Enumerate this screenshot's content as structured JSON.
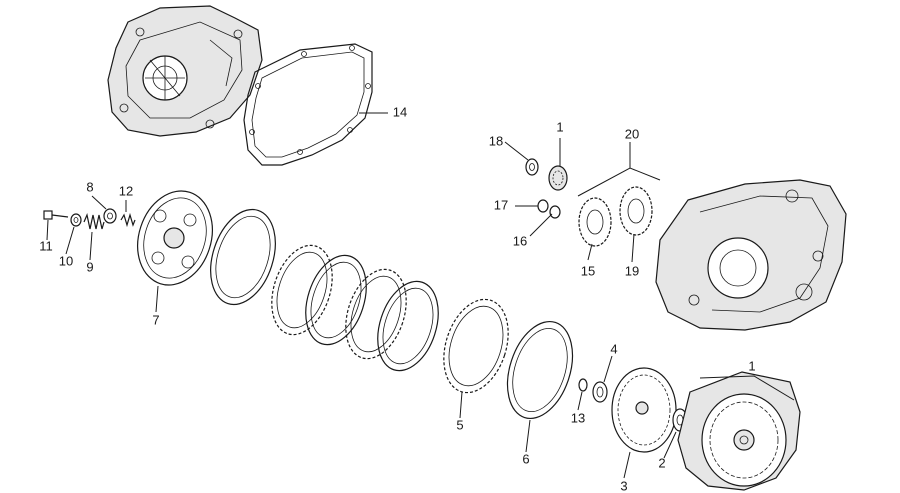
{
  "callouts": {
    "c1_top": "1",
    "c1_bottom": "1",
    "c2": "2",
    "c3": "3",
    "c4": "4",
    "c5": "5",
    "c6": "6",
    "c7": "7",
    "c8": "8",
    "c9": "9",
    "c10": "10",
    "c11": "11",
    "c12": "12",
    "c13": "13",
    "c14": "14",
    "c15": "15",
    "c16": "16",
    "c17": "17",
    "c18": "18",
    "c19": "19",
    "c20": "20"
  },
  "icons": {
    "cover": "engine-cover-icon",
    "gasket": "gasket-icon",
    "crankcase": "crankcase-icon",
    "friction_disc": "friction-disc-icon",
    "steel_disc": "steel-disc-icon",
    "gear": "gear-icon",
    "spring": "spring-icon",
    "bolt": "bolt-icon",
    "washer": "washer-icon",
    "clutch_basket": "clutch-basket-icon"
  }
}
